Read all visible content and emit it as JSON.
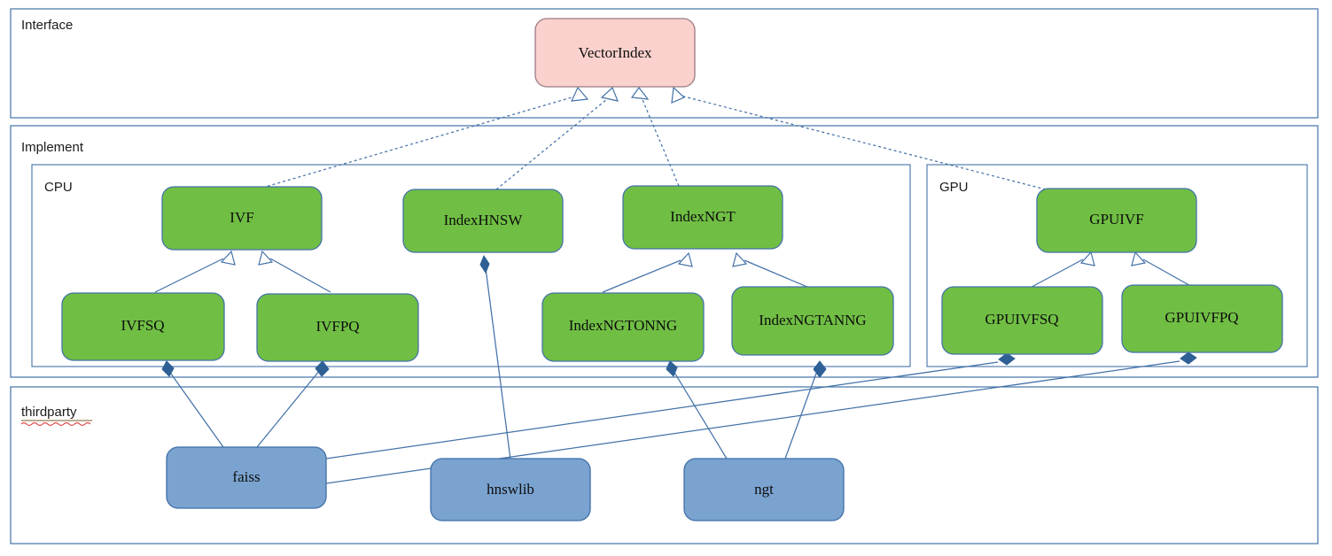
{
  "diagram": {
    "title_groups": [
      {
        "id": "interface",
        "label": "Interface"
      },
      {
        "id": "implement",
        "label": "Implement"
      },
      {
        "id": "cpu",
        "label": "CPU"
      },
      {
        "id": "gpu",
        "label": "GPU"
      },
      {
        "id": "thirdparty",
        "label": "thirdparty"
      }
    ],
    "colors": {
      "interface_node_fill": "#fbd1cd",
      "interface_node_stroke": "#9a7b86",
      "impl_node_fill": "#70bf44",
      "impl_node_stroke": "#4472a8",
      "thirdparty_node_fill": "#7ba3d0",
      "thirdparty_node_stroke": "#3f6fa8",
      "container_stroke": "#4472a8",
      "edge_color": "#4472a8",
      "diamond_color": "#2e6096",
      "spellcheck_underline": "#e03b3b"
    },
    "nodes": [
      {
        "id": "vectorindex",
        "label": "VectorIndex",
        "group": "interface",
        "kind": "interface"
      },
      {
        "id": "ivf",
        "label": "IVF",
        "group": "cpu",
        "kind": "impl"
      },
      {
        "id": "indexhnsw",
        "label": "IndexHNSW",
        "group": "cpu",
        "kind": "impl"
      },
      {
        "id": "indexngt",
        "label": "IndexNGT",
        "group": "cpu",
        "kind": "impl"
      },
      {
        "id": "ivfsq",
        "label": "IVFSQ",
        "group": "cpu",
        "kind": "impl"
      },
      {
        "id": "ivfpq",
        "label": "IVFPQ",
        "group": "cpu",
        "kind": "impl"
      },
      {
        "id": "indexngtonng",
        "label": "IndexNGTONNG",
        "group": "cpu",
        "kind": "impl"
      },
      {
        "id": "indexngtanng",
        "label": "IndexNGTANNG",
        "group": "cpu",
        "kind": "impl"
      },
      {
        "id": "gpuivf",
        "label": "GPUIVF",
        "group": "gpu",
        "kind": "impl"
      },
      {
        "id": "gpuivfsq",
        "label": "GPUIVFSQ",
        "group": "gpu",
        "kind": "impl"
      },
      {
        "id": "gpuivfpq",
        "label": "GPUIVFPQ",
        "group": "gpu",
        "kind": "impl"
      },
      {
        "id": "faiss",
        "label": "faiss",
        "group": "thirdparty",
        "kind": "lib"
      },
      {
        "id": "hnswlib",
        "label": "hnswlib",
        "group": "thirdparty",
        "kind": "lib"
      },
      {
        "id": "ngt",
        "label": "ngt",
        "group": "thirdparty",
        "kind": "lib"
      }
    ],
    "edges": [
      {
        "from": "ivf",
        "to": "vectorindex",
        "type": "realization"
      },
      {
        "from": "indexhnsw",
        "to": "vectorindex",
        "type": "realization"
      },
      {
        "from": "indexngt",
        "to": "vectorindex",
        "type": "realization"
      },
      {
        "from": "gpuivf",
        "to": "vectorindex",
        "type": "realization"
      },
      {
        "from": "ivfsq",
        "to": "ivf",
        "type": "inheritance"
      },
      {
        "from": "ivfpq",
        "to": "ivf",
        "type": "inheritance"
      },
      {
        "from": "indexngtonng",
        "to": "indexngt",
        "type": "inheritance"
      },
      {
        "from": "indexngtanng",
        "to": "indexngt",
        "type": "inheritance"
      },
      {
        "from": "gpuivfsq",
        "to": "gpuivf",
        "type": "inheritance"
      },
      {
        "from": "gpuivfpq",
        "to": "gpuivf",
        "type": "inheritance"
      },
      {
        "from": "faiss",
        "to": "ivfsq",
        "type": "composition"
      },
      {
        "from": "faiss",
        "to": "ivfpq",
        "type": "composition"
      },
      {
        "from": "faiss",
        "to": "gpuivfsq",
        "type": "composition"
      },
      {
        "from": "faiss",
        "to": "gpuivfpq",
        "type": "composition"
      },
      {
        "from": "hnswlib",
        "to": "indexhnsw",
        "type": "composition"
      },
      {
        "from": "ngt",
        "to": "indexngtonng",
        "type": "composition"
      },
      {
        "from": "ngt",
        "to": "indexngtanng",
        "type": "composition"
      }
    ]
  }
}
